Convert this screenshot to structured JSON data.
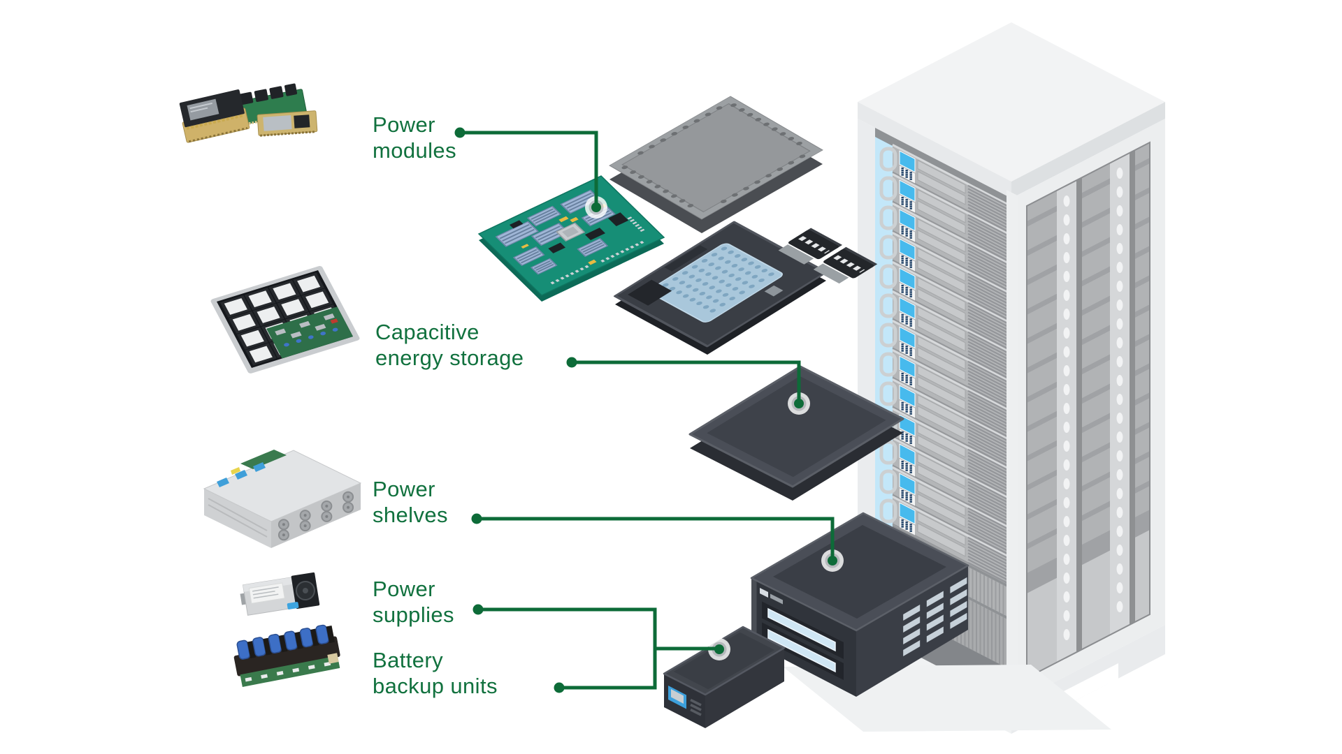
{
  "diagram": {
    "labels": [
      {
        "id": "power-modules",
        "line1": "Power",
        "line2": "modules"
      },
      {
        "id": "capacitive-energy-storage",
        "line1": "Capacitive",
        "line2": "energy storage"
      },
      {
        "id": "power-shelves",
        "line1": "Power",
        "line2": "shelves"
      },
      {
        "id": "power-supplies",
        "line1": "Power",
        "line2": "supplies"
      },
      {
        "id": "battery-backup-units",
        "line1": "Battery",
        "line2": "backup units"
      }
    ],
    "colors": {
      "label_green": "#11713e",
      "leader_green": "#0d6b38",
      "pcb_teal": "#168e76",
      "component_charcoal": "#42464e",
      "rack_blue_glow": "#c3e7f9",
      "server_indicator_blue": "#47baed"
    },
    "illustrations": [
      "power-modules-photo",
      "capacitor-board-photo",
      "power-shelf-photo",
      "power-supply-photo",
      "battery-backup-photo",
      "server-motherboard",
      "rack-lid",
      "connector-tray",
      "capacitive-storage-module",
      "power-shelf-unit",
      "battery-backup-module",
      "server-rack"
    ]
  }
}
